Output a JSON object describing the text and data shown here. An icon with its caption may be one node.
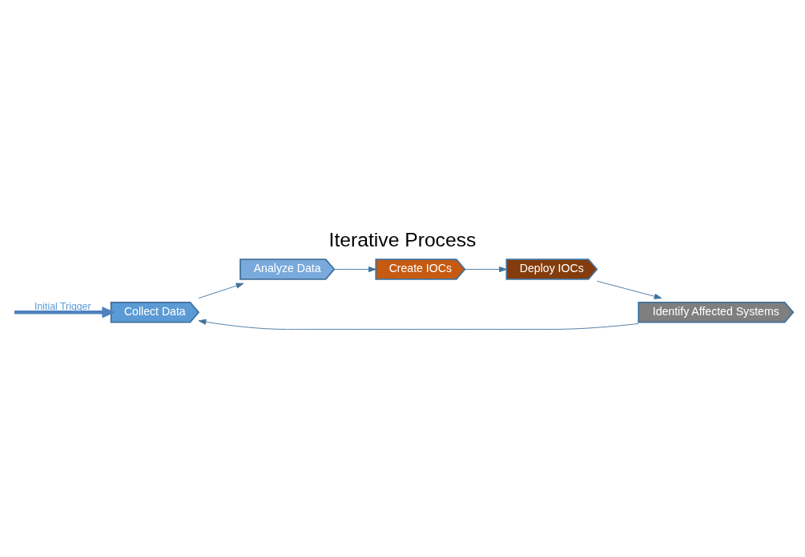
{
  "diagram": {
    "title": "Iterative Process",
    "nodes": [
      {
        "text": [
          "Collect Data"
        ]
      },
      {
        "text": [
          "Analyze Data"
        ]
      },
      {
        "text": [
          "Create IOCs"
        ]
      },
      {
        "text": [
          "Deploy IOCs"
        ]
      },
      {
        "text": [
          "Identify Affected Systems"
        ]
      }
    ],
    "edges": [
      {
        "from": null,
        "to": 0,
        "arrow": "to",
        "label": "Initial Trigger",
        "style": "thick",
        "color": "#4f81bd"
      },
      {
        "from": 0,
        "to": 1,
        "arrow": "to"
      },
      {
        "from": 1,
        "to": 2,
        "arrow": "to"
      },
      {
        "from": 2,
        "to": 3,
        "arrow": "to"
      },
      {
        "from": 3,
        "to": 4,
        "arrow": "to"
      },
      {
        "from": 4,
        "to": 0,
        "arrow": "to"
      }
    ]
  }
}
